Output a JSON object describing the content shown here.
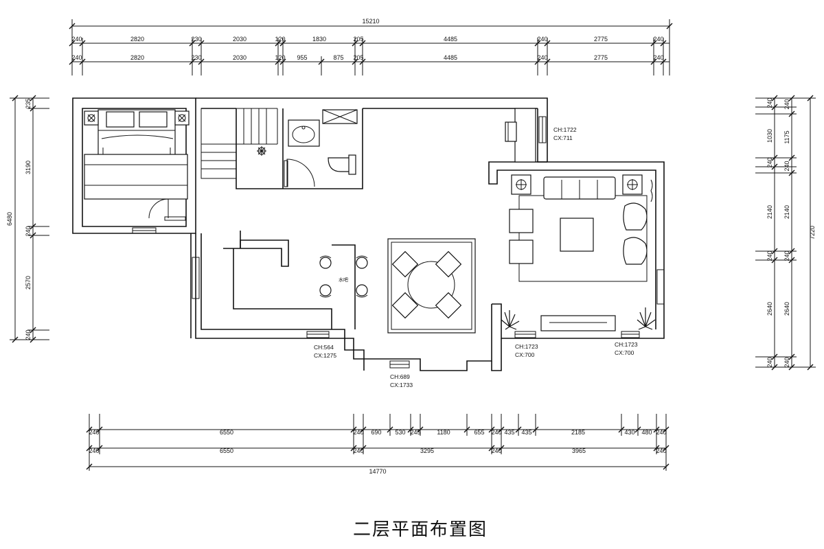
{
  "title": "二层平面布置图",
  "room_label": "水吧",
  "top_dimensions": {
    "overall": "15210",
    "row1": [
      "240",
      "2820",
      "230",
      "2030",
      "120",
      "1830",
      "205",
      "4485",
      "240",
      "2775",
      "240"
    ],
    "row2": [
      "240",
      "2820",
      "230",
      "2030",
      "120",
      "955",
      "875",
      "205",
      "4485",
      "240",
      "2775",
      "240"
    ]
  },
  "bottom_dimensions": {
    "row1": [
      "240",
      "6550",
      "240",
      "690",
      "530",
      "245",
      "1180",
      "655",
      "240",
      "435",
      "435",
      "2185",
      "430",
      "480",
      "240"
    ],
    "row2": [
      "240",
      "6550",
      "240",
      "3295",
      "240",
      "3965",
      "240"
    ],
    "overall": "14770"
  },
  "left_dimensions": {
    "overall": "6480",
    "segments": [
      "235",
      "3190",
      "240",
      "2570",
      "240"
    ]
  },
  "right_dimensions": {
    "overall": "7220",
    "inner": [
      "240",
      "1030",
      "240",
      "2140",
      "240",
      "2640",
      "240"
    ],
    "outer": [
      "240",
      "1175",
      "240",
      "2140",
      "240",
      "2640",
      "240"
    ]
  },
  "window_notes": [
    {
      "ch": "CH:1722",
      "cx": "CX:711"
    },
    {
      "ch": "CH:564",
      "cx": "CX:1275"
    },
    {
      "ch": "CH:689",
      "cx": "CX:1733"
    },
    {
      "ch": "CH:1723",
      "cx": "CX:700"
    },
    {
      "ch": "CH:1723",
      "cx": "CX:700"
    }
  ]
}
